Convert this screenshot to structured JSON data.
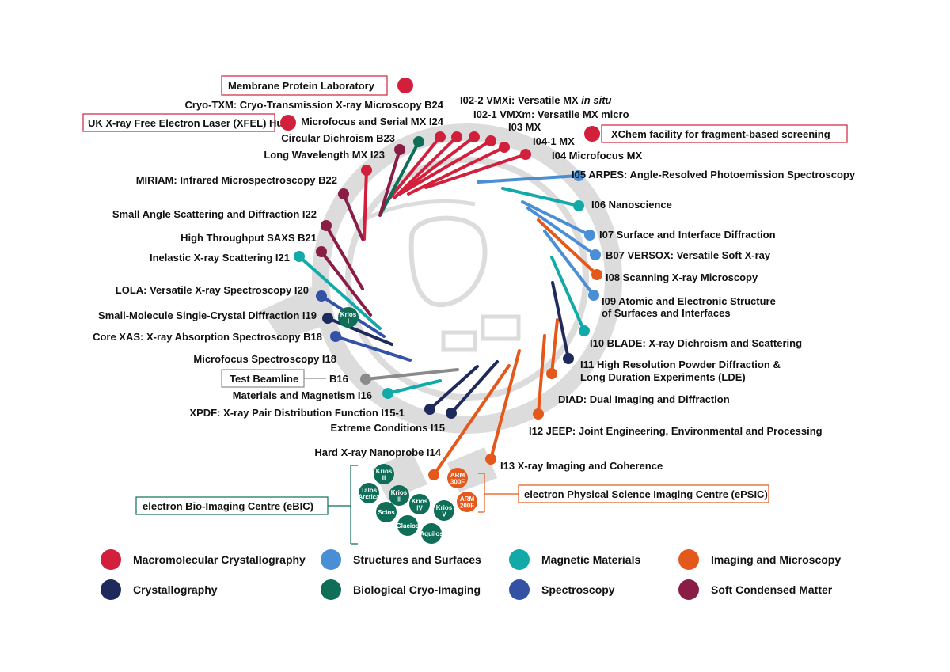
{
  "colors": {
    "macromolecular": "#d2203c",
    "crystallography": "#1f2a5c",
    "magnetic": "#12aaa8",
    "soft_matter": "#8a1d45",
    "structures": "#4a8fd6",
    "bio_cryo": "#0f6e58",
    "spectroscopy": "#3352a5",
    "imaging": "#e4581b",
    "test": "#8a8a8a",
    "ring": "#dcdcdc"
  },
  "boxes": {
    "membrane_protein": "Membrane Protein Laboratory",
    "xfel_hub": "UK X-ray Free Electron Laser (XFEL) Hub",
    "xchem": "XChem facility for fragment-based screening",
    "test_beamline": "Test Beamline",
    "ebic": "electron Bio-Imaging Centre (eBIC)",
    "epsic": "electron Physical Science Imaging Centre (ePSIC)"
  },
  "beamlines": [
    {
      "text": "Cryo-TXM: Cryo-Transmission X-ray Microscopy B24",
      "cat": "macromolecular"
    },
    {
      "text": "Microfocus and Serial MX I24",
      "cat": "macromolecular"
    },
    {
      "text": "Circular Dichroism B23",
      "cat": "bio_cryo"
    },
    {
      "text": "Long Wavelength MX I23",
      "cat": "soft_matter"
    },
    {
      "text": "MIRIAM: Infrared Microspectroscopy B22",
      "cat": "macromolecular"
    },
    {
      "text": "Small Angle Scattering and  Diffraction I22",
      "cat": "soft_matter"
    },
    {
      "text": "High Throughput SAXS B21",
      "cat": "soft_matter"
    },
    {
      "text": "Inelastic X-ray Scattering I21",
      "cat": "soft_matter"
    },
    {
      "text": "LOLA: Versatile X-ray Spectroscopy I20",
      "cat": "magnetic"
    },
    {
      "text": "Small-Molecule Single-Crystal Diffraction I19",
      "cat": "spectroscopy"
    },
    {
      "text": "Core XAS: X-ray Absorption Spectroscopy B18",
      "cat": "crystallography"
    },
    {
      "text": "Microfocus Spectroscopy I18",
      "cat": "spectroscopy"
    },
    {
      "text": "B16",
      "cat": "test"
    },
    {
      "text": "Materials and Magnetism I16",
      "cat": "magnetic"
    },
    {
      "text": "XPDF: X-ray Pair Distribution Function I15-1",
      "cat": "crystallography"
    },
    {
      "text": "Extreme Conditions I15",
      "cat": "crystallography"
    },
    {
      "text": "Hard X-ray Nanoprobe I14",
      "cat": "imaging"
    },
    {
      "text": "I13 X-ray Imaging and Coherence",
      "cat": "imaging"
    },
    {
      "text": "I12 JEEP: Joint Engineering, Environmental and Processing",
      "cat": "imaging"
    },
    {
      "text": "DIAD: Dual Imaging and Diffraction",
      "cat": "imaging"
    },
    {
      "text": "I11 High Resolution Powder Diffraction &",
      "cat": "crystallography"
    },
    {
      "text": "Long Duration Experiments (LDE)",
      "cat": "crystallography"
    },
    {
      "text": "I10 BLADE: X-ray Dichroism and Scattering",
      "cat": "magnetic"
    },
    {
      "text": "I09 Atomic and Electronic Structure",
      "cat": "structures"
    },
    {
      "text": "of Surfaces and Interfaces",
      "cat": "structures"
    },
    {
      "text": "I08 Scanning X-ray Microscopy",
      "cat": "imaging"
    },
    {
      "text": "B07 VERSOX: Versatile Soft X-ray",
      "cat": "structures"
    },
    {
      "text": "I07 Surface and Interface Diffraction",
      "cat": "structures"
    },
    {
      "text": "I06 Nanoscience",
      "cat": "magnetic"
    },
    {
      "text": "I05 ARPES: Angle-Resolved Photoemission Spectroscopy",
      "cat": "structures"
    },
    {
      "text": "I04 Microfocus MX",
      "cat": "macromolecular"
    },
    {
      "text": "I04-1 MX",
      "cat": "macromolecular"
    },
    {
      "text": "I03 MX",
      "cat": "macromolecular"
    },
    {
      "text": "I02-1 VMXm: Versatile MX micro",
      "cat": "macromolecular"
    },
    {
      "text": "I02-2 VMXi: Versatile MX ",
      "cat": "macromolecular"
    },
    {
      "text": "in situ",
      "cat": "macromolecular"
    }
  ],
  "microscopes": {
    "ebic": [
      [
        "Krios",
        "II"
      ],
      [
        "Talos",
        "Arctica"
      ],
      [
        "Krios",
        "III"
      ],
      [
        "Scios"
      ],
      [
        "Krios",
        "IV"
      ],
      [
        "Glacios"
      ],
      [
        "Krios",
        "V"
      ],
      [
        "Aquilos"
      ]
    ],
    "b21_krios": [
      "Krios",
      "I"
    ],
    "epsic": [
      [
        "ARM",
        "300F"
      ],
      [
        "ARM",
        "200F"
      ]
    ]
  },
  "legend": [
    {
      "label": "Macromolecular Crystallography",
      "cat": "macromolecular"
    },
    {
      "label": "Structures and Surfaces",
      "cat": "structures"
    },
    {
      "label": "Magnetic Materials",
      "cat": "magnetic"
    },
    {
      "label": "Imaging and Microscopy",
      "cat": "imaging"
    },
    {
      "label": "Crystallography",
      "cat": "crystallography"
    },
    {
      "label": "Biological Cryo-Imaging",
      "cat": "bio_cryo"
    },
    {
      "label": "Spectroscopy",
      "cat": "spectroscopy"
    },
    {
      "label": "Soft Condensed Matter",
      "cat": "soft_matter"
    }
  ]
}
